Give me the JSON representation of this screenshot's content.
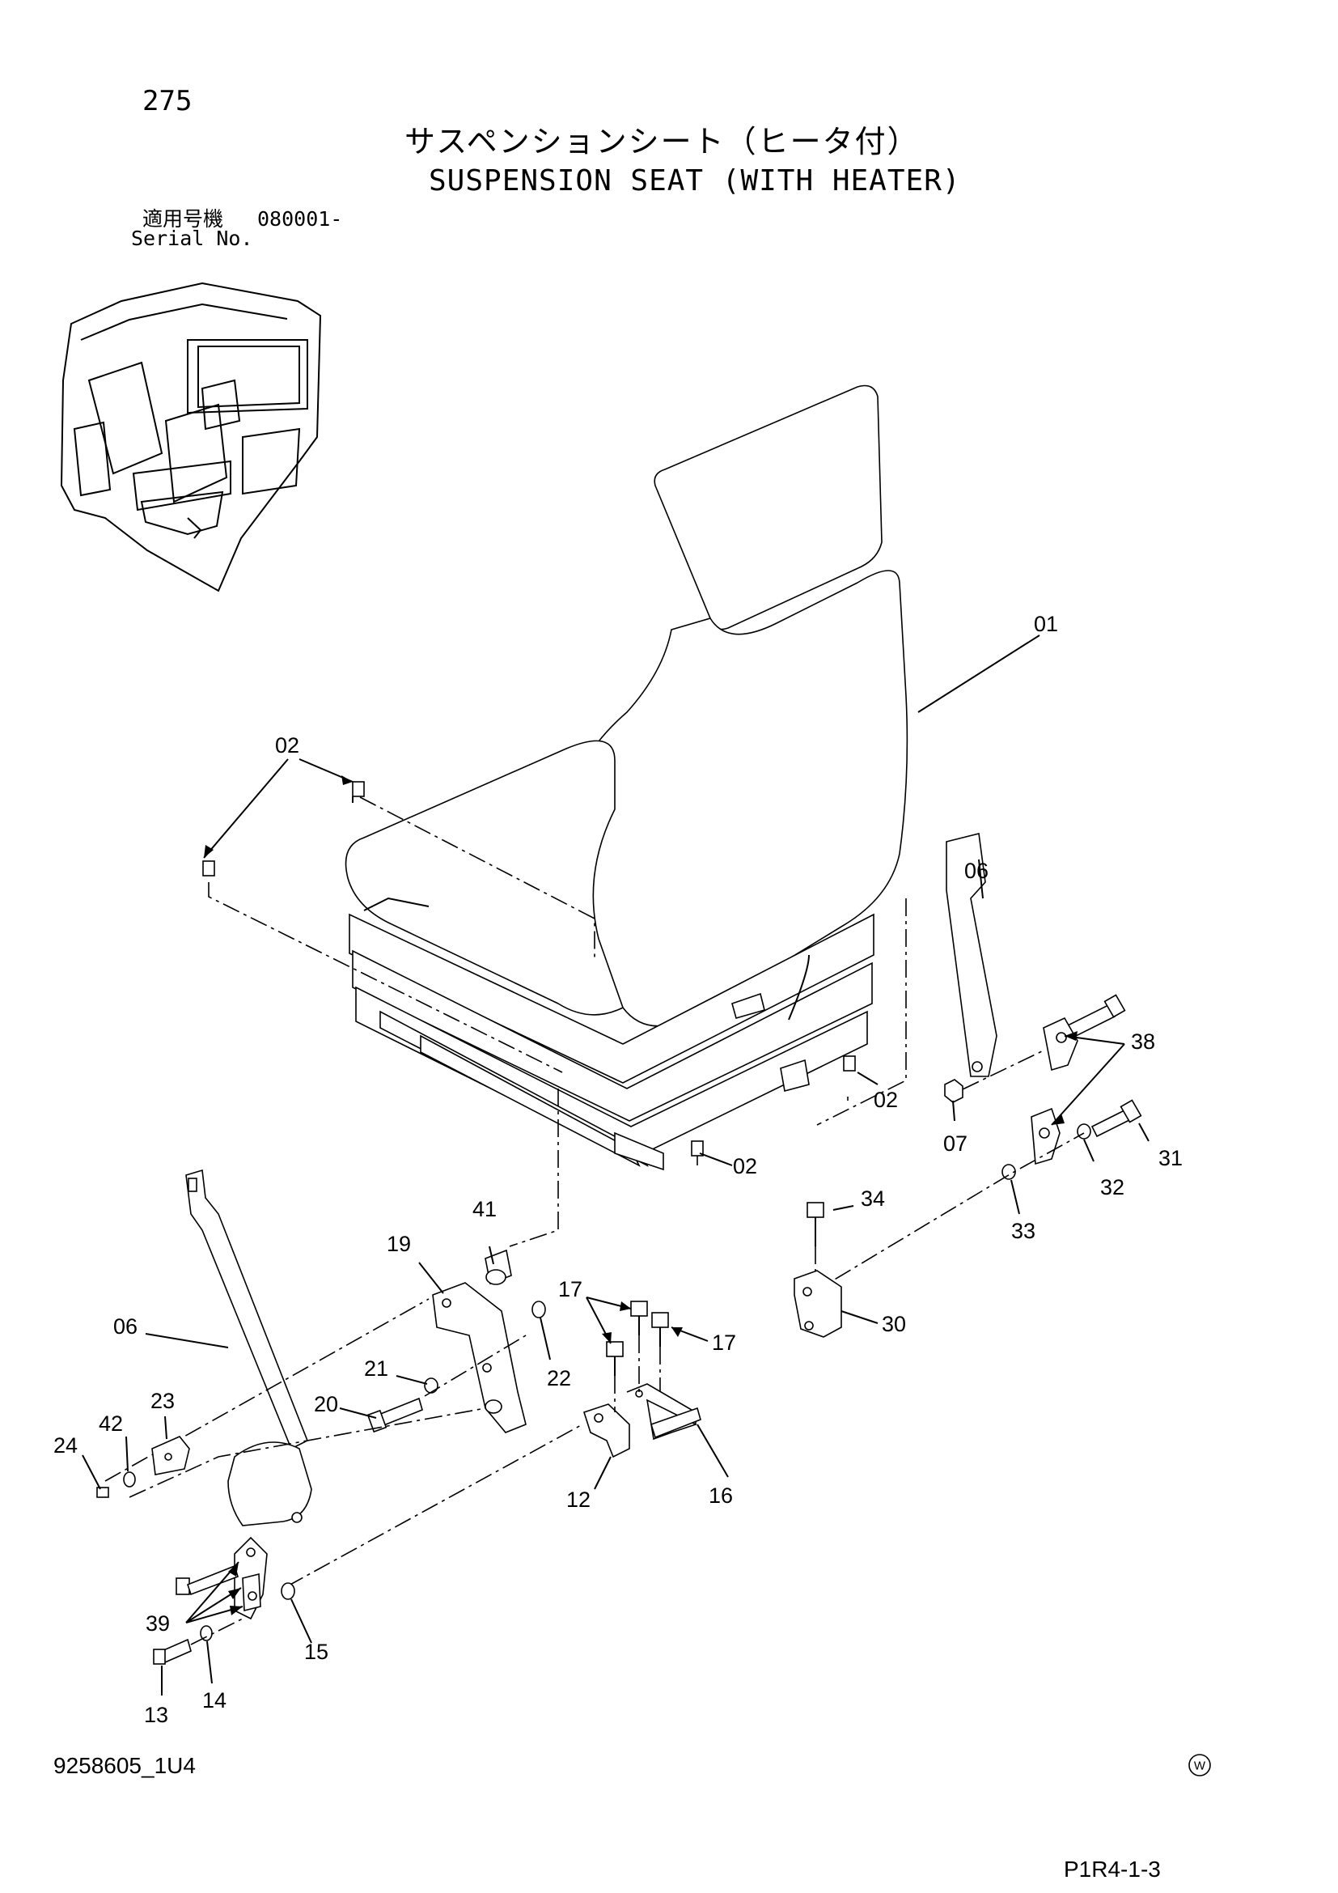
{
  "page_number": "275",
  "title_jp": "サスペンションシート（ヒータ付）",
  "title_en": "SUSPENSION SEAT (WITH HEATER)",
  "serial": {
    "label_jp": "適用号機",
    "value": "080001-",
    "label_en": "Serial No."
  },
  "callouts": {
    "c01": "01",
    "c02a": "02",
    "c02b": "02",
    "c02c": "02",
    "c06a": "06",
    "c06b": "06",
    "c07": "07",
    "c12": "12",
    "c13": "13",
    "c14": "14",
    "c15": "15",
    "c16": "16",
    "c17a": "17",
    "c17b": "17",
    "c19": "19",
    "c20": "20",
    "c21": "21",
    "c22": "22",
    "c23": "23",
    "c24": "24",
    "c30": "30",
    "c31": "31",
    "c32": "32",
    "c33": "33",
    "c34": "34",
    "c38": "38",
    "c39": "39",
    "c41": "41",
    "c42": "42"
  },
  "footer": {
    "drawing_id": "9258605_1U4",
    "mark": "W",
    "page_code": "P1R4-1-3"
  }
}
